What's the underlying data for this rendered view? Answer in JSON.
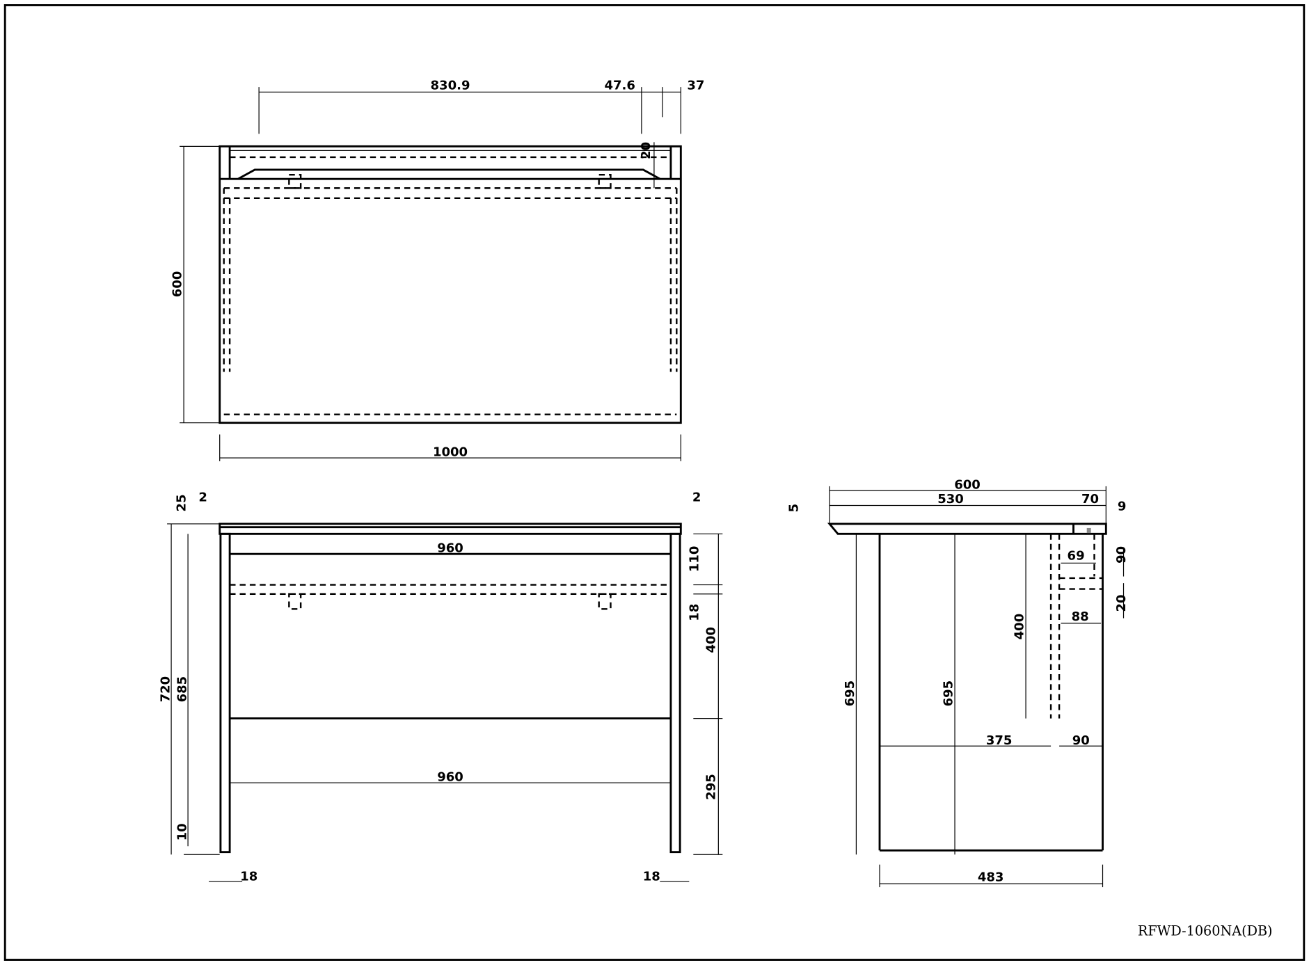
{
  "title_block": {
    "model": "RFWD-1060NA(DB)"
  },
  "top_view": {
    "d1": "830.9",
    "d2": "47.6",
    "d3": "37",
    "d4": "20",
    "depth": "600",
    "width": "1000"
  },
  "front_view": {
    "left_gap": "2",
    "right_gap": "2",
    "top_thk": "25",
    "height_total": "720",
    "height_under": "685",
    "foot": "10",
    "rail_width_upper": "960",
    "rail_width_lower": "960",
    "apron": "110",
    "rail_thk": "18",
    "open_h": "400",
    "bottom_h": "295",
    "leg_left": "18",
    "leg_right": "18"
  },
  "side_view": {
    "depth": "600",
    "d530": "530",
    "d70": "70",
    "d9": "9",
    "d5": "5",
    "h695a": "695",
    "h695b": "695",
    "h400": "400",
    "d375": "375",
    "d90": "90",
    "d483": "483",
    "d69": "69",
    "d88": "88",
    "v90": "90",
    "v20": "20"
  }
}
